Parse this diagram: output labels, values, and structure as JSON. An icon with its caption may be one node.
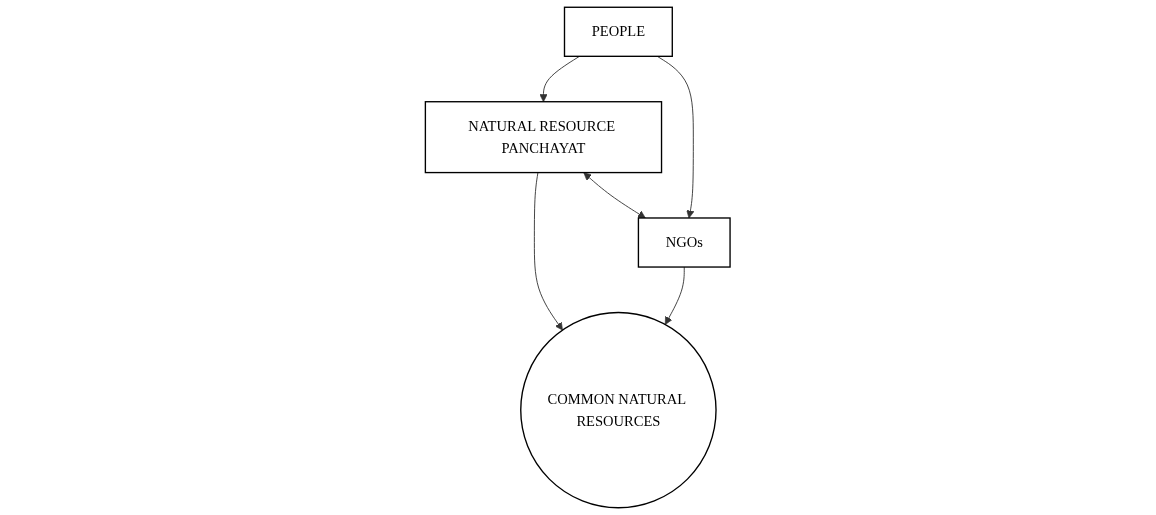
{
  "diagram": {
    "nodes": [
      {
        "text": [
          "PEOPLE"
        ]
      },
      {
        "text": [
          "NATURAL RESOURCE PANCHAYAT"
        ]
      },
      {
        "text": [
          "COMMON NATURAL RESOURCES"
        ]
      },
      {
        "text": [
          "NGOs"
        ]
      }
    ],
    "edges": [
      {
        "from": 0,
        "to": 1,
        "arrow": "to"
      },
      {
        "from": 0,
        "to": 3,
        "arrow": "to"
      },
      {
        "from": 1,
        "to": 2,
        "arrow": "to"
      },
      {
        "from": 3,
        "to": 2,
        "arrow": "to"
      },
      {
        "from": 1,
        "to": 3,
        "arrow": "both"
      }
    ]
  }
}
